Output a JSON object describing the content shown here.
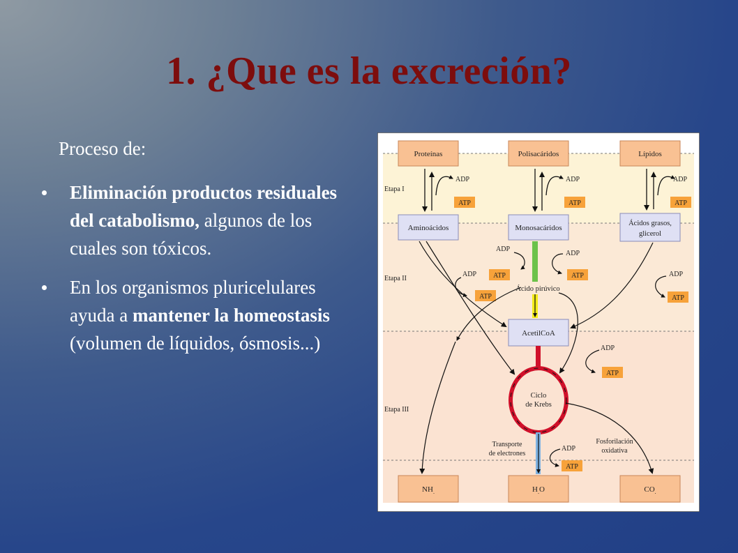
{
  "slide": {
    "title": "1. ¿Que es la excreción?",
    "intro": "Proceso de:",
    "bullets": [
      {
        "bold": "Eliminación productos residuales del catabolismo,",
        "rest": " algunos de los cuales son tóxicos."
      },
      {
        "pre": "En los organismos pluricelulares ayuda a ",
        "bold": "mantener la homeostasis",
        "rest": " (volumen de líquidos, ósmosis...)"
      }
    ]
  },
  "diagram": {
    "stage1": "Etapa I",
    "stage2": "Etapa II",
    "stage3": "Etapa III",
    "proteinas": "Proteínas",
    "polisacaridos": "Polisacáridos",
    "lipidos": "Lípidos",
    "aminoacidos": "Aminoácidos",
    "monosacaridos": "Monosacáridos",
    "acidos_grasos_1": "Ácidos grasos,",
    "acidos_grasos_2": "glicerol",
    "acido_piruvico": "Ácido pirúvico",
    "acetilcoa": "AcetilCoA",
    "ciclo_1": "Ciclo",
    "ciclo_2": "de Krebs",
    "transporte_1": "Transporte",
    "transporte_2": "de electrones",
    "fosforilacion_1": "Fosforilación",
    "fosforilacion_2": "oxidativa",
    "adp": "ADP",
    "atp": "ATP",
    "nh3": "NH",
    "h2o_h": "H",
    "h2o_o": "O",
    "co2": "CO",
    "sub3": ".",
    "sub2": "."
  }
}
